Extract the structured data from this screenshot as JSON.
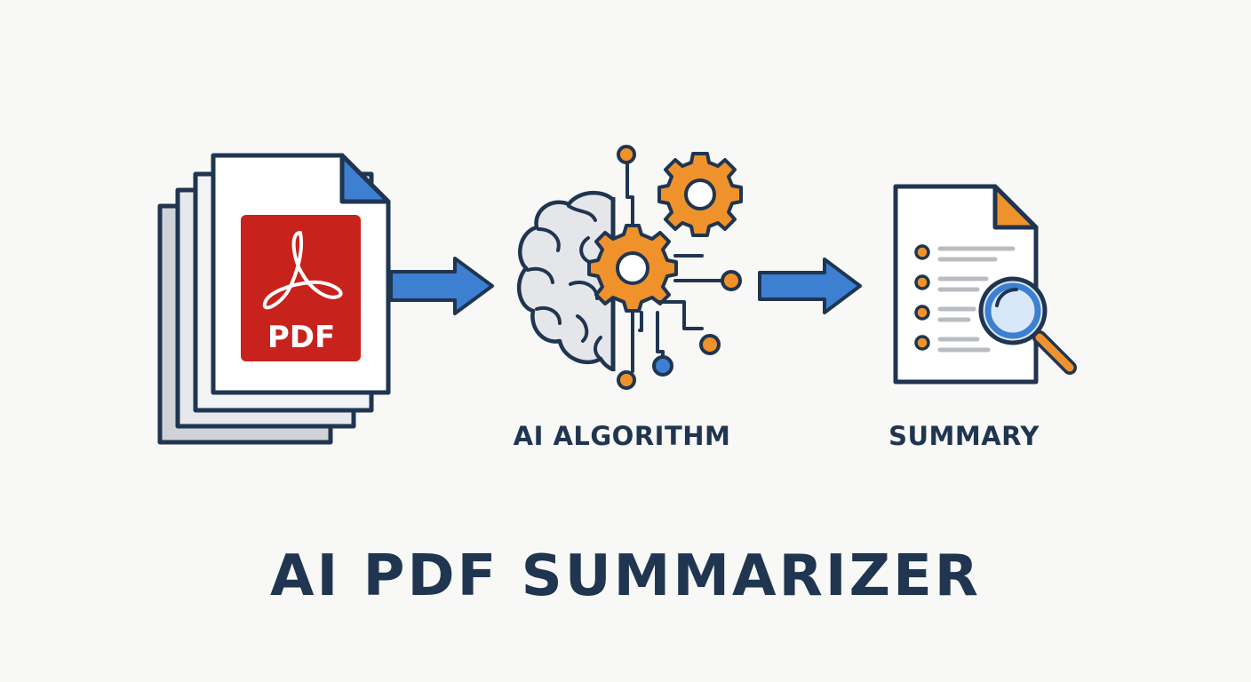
{
  "title": "AI PDF SUMMARIZER",
  "stages": {
    "input": {
      "badge_text": "PDF",
      "icon": "pdf-stack-icon"
    },
    "process": {
      "label": "AI ALGORITHM",
      "icon": "brain-gears-icon"
    },
    "output": {
      "label": "SUMMARY",
      "icon": "summary-document-icon"
    }
  },
  "colors": {
    "navy": "#1f3550",
    "blue": "#3d7fd1",
    "orange": "#f0922b",
    "pdf_red": "#c8221c",
    "paper": "#ffffff",
    "grey_fill": "#e4e6e9"
  }
}
